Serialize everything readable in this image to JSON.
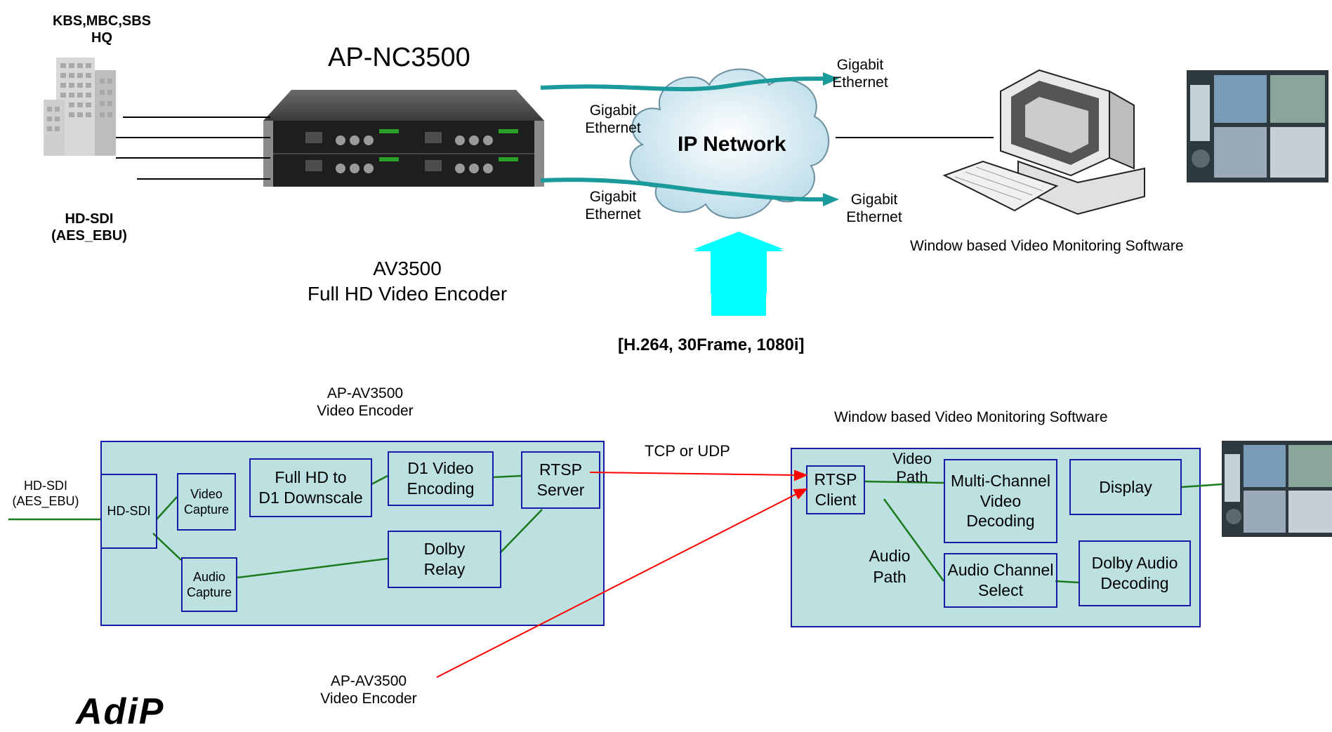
{
  "top": {
    "hq_label": "KBS,MBC,SBS\nHQ",
    "sdi_label": "HD-SDI\n(AES_EBU)",
    "device_title": "AP-NC3500",
    "encoder_caption": "AV3500\nFull HD Video Encoder",
    "cloud_label": "IP Network",
    "eth_in_top": "Gigabit\nEthernet",
    "eth_in_bottom": "Gigabit\nEthernet",
    "eth_out_top": "Gigabit\nEthernet",
    "eth_out_bottom": "Gigabit\nEthernet",
    "software_caption": "Window based Video Monitoring Software",
    "stream_spec": "[H.264, 30Frame, 1080i]"
  },
  "bottom": {
    "encoder_title": "AP-AV3500\nVideo Encoder",
    "software_title": "Window based Video Monitoring Software",
    "transport_label": "TCP or UDP",
    "input_label": "HD-SDI\n(AES_EBU)",
    "encoder_nodes": {
      "hd_sdi": "HD-SDI",
      "video_capture": "Video\nCapture",
      "audio_capture": "Audio\nCapture",
      "downscale": "Full HD to\nD1 Downscale",
      "d1_encoding": "D1 Video\nEncoding",
      "dolby_relay": "Dolby\nRelay",
      "rtsp_server": "RTSP\nServer"
    },
    "software_nodes": {
      "rtsp_client": "RTSP\nClient",
      "multi_decoding": "Multi-Channel\nVideo\nDecoding",
      "display": "Display",
      "audio_select": "Audio Channel\nSelect",
      "dolby_decoding": "Dolby Audio\nDecoding"
    },
    "video_path_label": "Video\nPath",
    "audio_path_label": "Audio\nPath",
    "footer_encoder": "AP-AV3500\nVideo Encoder",
    "logo_text": "AdiP"
  },
  "colors": {
    "panel_fill": "#bde0e0",
    "box_border": "#1a1aa8",
    "flow_line": "#1b7a1b",
    "stream_arrow": "#ff0000",
    "ethernet_arrow": "#1a9a9a",
    "bandwidth_arrow": "#00ffff"
  }
}
